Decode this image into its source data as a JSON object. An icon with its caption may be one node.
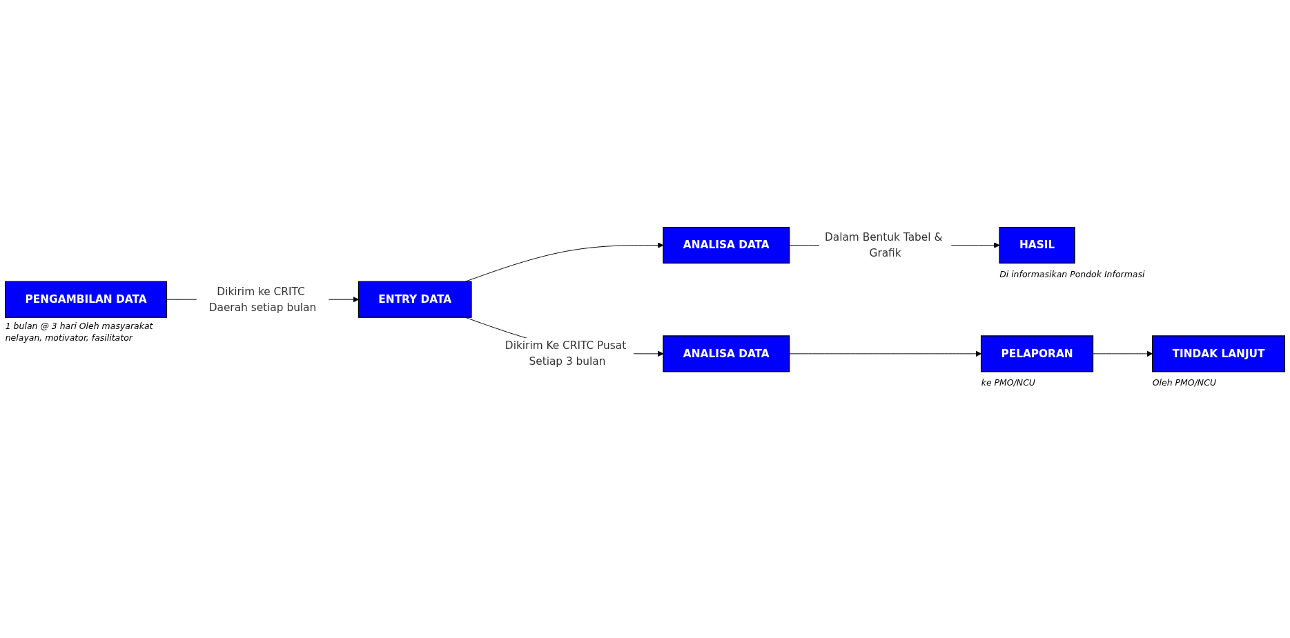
{
  "diagram": {
    "nodes": [
      {
        "text": [
          "PENGAMBILAN DATA"
        ],
        "beside": [
          "1 bulan @ 3 hari Oleh masyarakat nelayan, motivator, fasilitator"
        ]
      },
      {
        "text": [
          "ENTRY DATA"
        ]
      },
      {
        "text": [
          "ANALISA DATA"
        ]
      },
      {
        "text": [
          "ANALISA DATA"
        ]
      },
      {
        "text": [
          "HASIL"
        ],
        "beside": [
          "Di informasikan Pondok Informasi"
        ]
      },
      {
        "text": [
          "TINDAK LANJUT"
        ],
        "beside": [
          "Oleh PMO/NCU"
        ]
      },
      {
        "text": [
          "PELAPORAN"
        ],
        "beside": [
          "ke PMO/NCU"
        ]
      }
    ],
    "edges": [
      {
        "from": 0,
        "to": 1,
        "arrow": "to",
        "label": "Dikirim ke CRITC Daerah setiap bulan"
      },
      {
        "from": 1,
        "to": 3,
        "arrow": "to",
        "label": "Dikirim Ke CRITC Pusat Setiap 3 bulan"
      },
      {
        "from": 1,
        "to": 2,
        "arrow": "to"
      },
      {
        "from": 2,
        "to": 4,
        "arrow": "to",
        "label": "Dalam Bentuk Tabel & Grafik"
      },
      {
        "from": 3,
        "to": 6,
        "arrow": "to"
      },
      {
        "from": 6,
        "to": 5,
        "arrow": "to"
      }
    ]
  }
}
